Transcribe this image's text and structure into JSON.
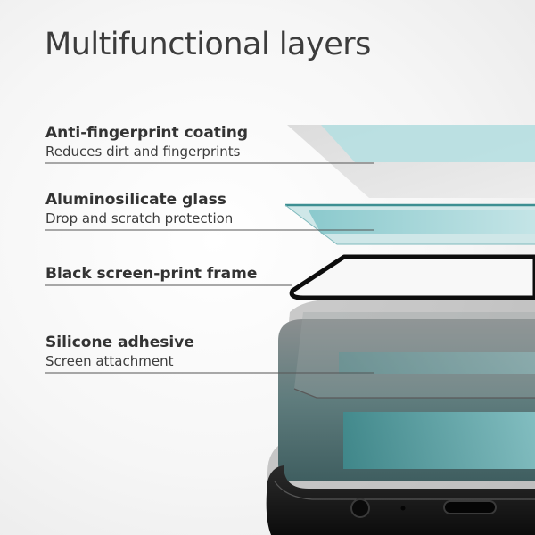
{
  "title": "Multifunctional layers",
  "layers": [
    {
      "name": "Anti-fingerprint coating",
      "description": "Reduces dirt and fingerprints"
    },
    {
      "name": "Aluminosilicate glass",
      "description": "Drop and scratch protection"
    },
    {
      "name": "Black screen-print frame",
      "description": ""
    },
    {
      "name": "Silicone adhesive",
      "description": "Screen attachment"
    }
  ],
  "colors": {
    "glass_tint": "#a9d8dc",
    "glass_edge": "#4aa7a9",
    "frame": "#0d0d0d",
    "phone_body": "#1b1b1b",
    "text": "#3a3a3a"
  }
}
